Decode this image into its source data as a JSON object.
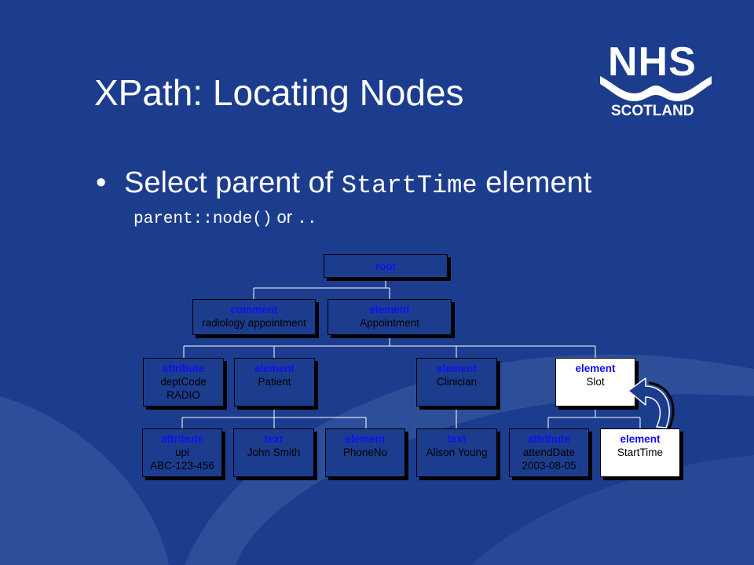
{
  "slide": {
    "title": "XPath: Locating Nodes",
    "bullet": {
      "text_before": "Select parent of ",
      "code": "StartTime",
      "text_after": " element"
    },
    "subline": {
      "code1": "parent::node()",
      "text": " or ",
      "code2": ".."
    }
  },
  "logo": {
    "line1": "NHS",
    "line2": "SCOTLAND"
  },
  "colors": {
    "background": "#1c3d8e",
    "node_type_text": "#1010f0",
    "highlight_fill": "#ffffff"
  },
  "tree": {
    "root": {
      "type": "root",
      "lines": []
    },
    "comment": {
      "type": "comment",
      "lines": [
        "radiology appointment"
      ]
    },
    "appointment": {
      "type": "element",
      "lines": [
        "Appointment"
      ]
    },
    "deptcode": {
      "type": "attribute",
      "lines": [
        "deptCode",
        "RADIO"
      ]
    },
    "patient": {
      "type": "element",
      "lines": [
        "Patient"
      ]
    },
    "clinician": {
      "type": "element",
      "lines": [
        "Clinician"
      ]
    },
    "slot": {
      "type": "element",
      "lines": [
        "Slot"
      ],
      "highlighted": true
    },
    "upi": {
      "type": "attribute",
      "lines": [
        "upi",
        "ABC-123-456"
      ]
    },
    "johnsmith": {
      "type": "text",
      "lines": [
        "John Smith"
      ]
    },
    "phoneno": {
      "type": "element",
      "lines": [
        "PhoneNo"
      ]
    },
    "alisonyoung": {
      "type": "text",
      "lines": [
        "Alison Young"
      ]
    },
    "attenddate": {
      "type": "attribute",
      "lines": [
        "attendDate",
        "2003-08-05"
      ]
    },
    "starttime": {
      "type": "element",
      "lines": [
        "StartTime"
      ],
      "highlighted": true
    }
  }
}
